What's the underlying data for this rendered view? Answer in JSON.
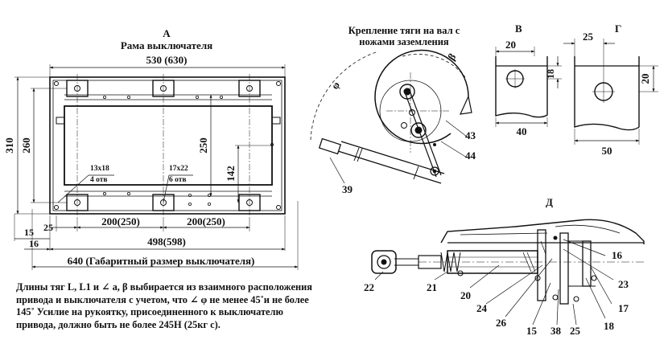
{
  "view_a": {
    "letter": "А",
    "title": "Рама выключателя",
    "width_top": "530 (630)",
    "height_outer": "310",
    "height_inner": "260",
    "height_250": "250",
    "height_142": "142",
    "hole_13x18": "13x18",
    "holes_4": "4 отв",
    "hole_17x22": "17x22",
    "holes_6": "6 отв",
    "dim_25": "25",
    "dim_200_left": "200(250)",
    "dim_200_right": "200(250)",
    "dim_15": "15",
    "dim_16": "16",
    "dim_498": "498(598)",
    "dim_640": "640 (Габаритный размер выключателя)"
  },
  "view_mount": {
    "title_line1": "Крепление тяги на вал с",
    "title_line2": "ножами заземления",
    "phi": "φ",
    "beta": "β",
    "label_43": "43",
    "label_44": "44",
    "label_39": "39"
  },
  "view_v": {
    "letter": "В",
    "dim_20": "20",
    "dim_18": "18",
    "dim_40": "40"
  },
  "view_g": {
    "letter": "Г",
    "dim_25": "25",
    "dim_20": "20",
    "dim_50": "50"
  },
  "view_d": {
    "letter": "Д",
    "labels": [
      "16",
      "22",
      "21",
      "20",
      "24",
      "26",
      "15",
      "38",
      "25",
      "18",
      "17",
      "23"
    ]
  },
  "notes": {
    "line1": "Длины тяг L, L1 и ∠ а, β выбирается из взаимного расположения",
    "line2": "привода и выключателя с учетом, что ∠ φ не менее 45˚и не более",
    "line3": "145˚ Усилие на рукоятку, присоединенного к выключателю",
    "line4": "привода, должно быть не более 245Н (25кг с)."
  }
}
